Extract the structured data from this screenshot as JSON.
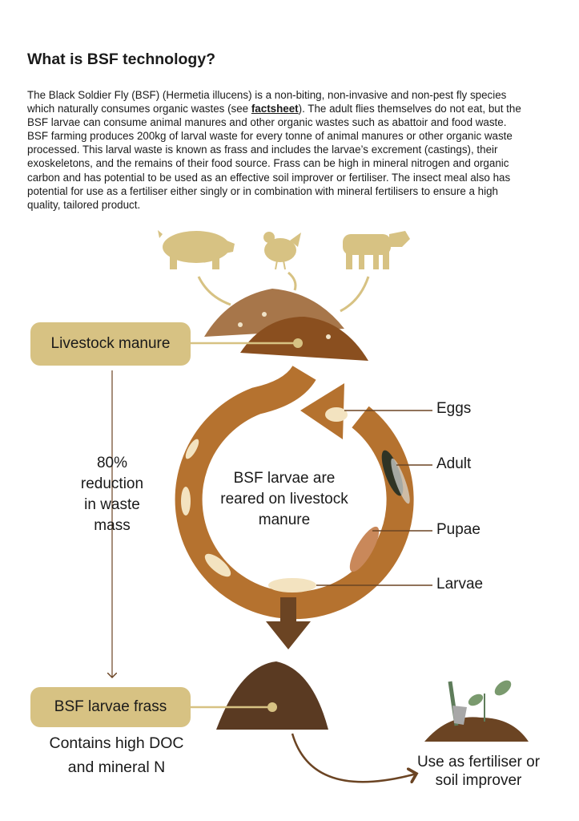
{
  "title": "What is BSF technology?",
  "paragraph": {
    "line1": "The Black Soldier Fly (BSF) (Hermetia illucens) is a non-biting, non-invasive and non-pest fly species",
    "line2_before": "which naturally consumes organic wastes (see ",
    "link": "factsheet",
    "line2_after": "). The adult flies themselves do not eat, but the",
    "line3": "BSF larvae can consume animal manures and other organic wastes such as abattoir and food waste.",
    "line4": "BSF farming produces 200kg of larval waste for every tonne of animal manures or other organic waste",
    "line5": "processed. This larval waste is known as frass and includes the larvae’s excrement (castings), their",
    "line6": "exoskeletons, and the remains of their food source. Frass can be high in mineral nitrogen and organic",
    "line7": "carbon and has potential to be used as an effective soil improver or fertiliser. The insect meal also has",
    "line8": "potential for use as a fertiliser either singly or in combination with mineral fertilisers to ensure a high",
    "line9": "quality, tailored product."
  },
  "diagram": {
    "livestock_box": "Livestock manure",
    "reduction": [
      "80%",
      "reduction",
      "in waste",
      "mass"
    ],
    "cycle_center": [
      "BSF larvae are",
      "reared on livestock",
      "manure"
    ],
    "stages": [
      "Eggs",
      "Adult",
      "Pupae",
      "Larvae"
    ],
    "frass_box": "BSF larvae frass",
    "frass_desc": [
      "Contains high DOC",
      "and mineral N"
    ],
    "use": [
      "Use as fertiliser or",
      "soil improver"
    ]
  },
  "colors": {
    "tan": "#d7c283",
    "brown": "#b5722f",
    "dark_brown": "#6b4423"
  }
}
